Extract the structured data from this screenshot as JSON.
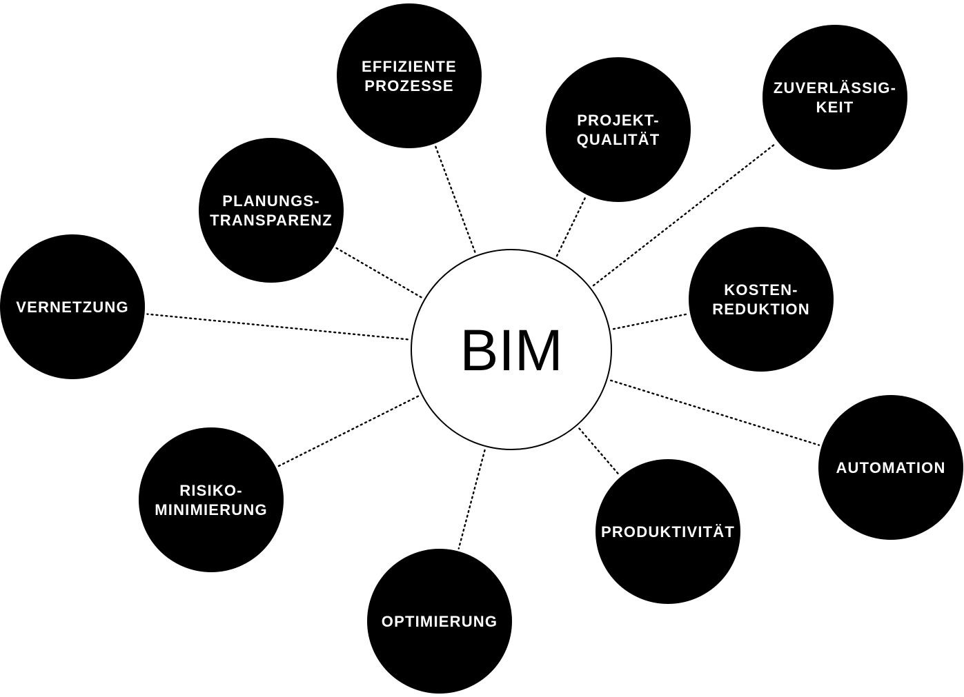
{
  "center": {
    "label": "BIM"
  },
  "nodes": [
    {
      "id": "effiziente-prozesse",
      "lines": [
        "EFFIZIENTE",
        "PROZESSE"
      ]
    },
    {
      "id": "projekt-qualitaet",
      "lines": [
        "PROJEKT-",
        "QUALITÄT"
      ]
    },
    {
      "id": "zuverlaessigkeit",
      "lines": [
        "ZUVERLÄSSIG-",
        "KEIT"
      ]
    },
    {
      "id": "planungs-transparenz",
      "lines": [
        "PLANUNGS-",
        "TRANSPARENZ"
      ]
    },
    {
      "id": "kosten-reduktion",
      "lines": [
        "KOSTEN-",
        "REDUKTION"
      ]
    },
    {
      "id": "vernetzung",
      "lines": [
        "VERNETZUNG"
      ]
    },
    {
      "id": "automation",
      "lines": [
        "AUTOMATION"
      ]
    },
    {
      "id": "risiko-minimierung",
      "lines": [
        "RISIKO-",
        "MINIMIERUNG"
      ]
    },
    {
      "id": "produktivitaet",
      "lines": [
        "PRODUKTIVITÄT"
      ]
    },
    {
      "id": "optimierung",
      "lines": [
        "OPTIMIERUNG"
      ]
    }
  ],
  "colors": {
    "node_fill": "#000000",
    "node_text": "#ffffff",
    "center_fill": "#ffffff",
    "center_stroke": "#000000",
    "connector": "#000000"
  }
}
